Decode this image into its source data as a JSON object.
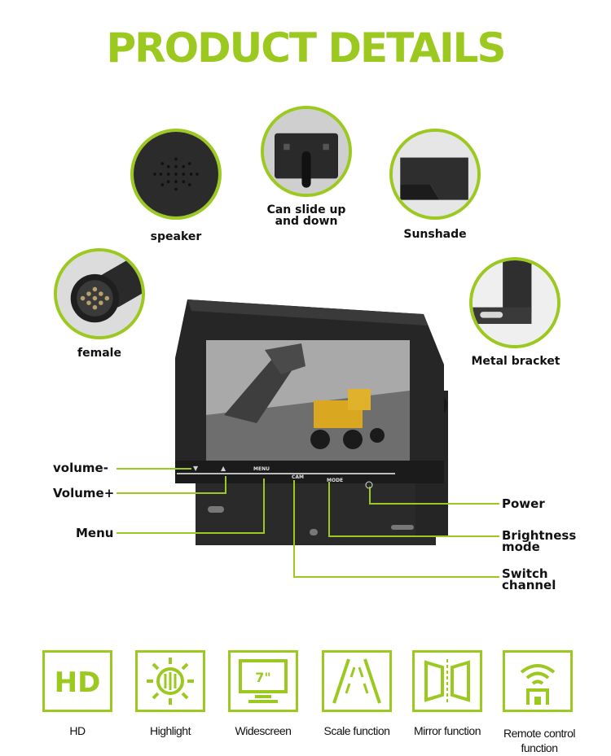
{
  "title": "PRODUCT DETAILS",
  "colors": {
    "accent": "#9cc91f",
    "device": "#222222"
  },
  "features": {
    "speaker": "speaker",
    "slide_line1": "Can slide up",
    "slide_line2": "and down",
    "sunshade": "Sunshade",
    "female": "female",
    "bracket": "Metal bracket"
  },
  "buttons": {
    "menu": "MENU",
    "cam": "CAM",
    "mode": "MODE"
  },
  "callouts": {
    "volume_minus": "volume-",
    "volume_plus": "Volume+",
    "menu": "Menu",
    "power": "Power",
    "brightness_line1": "Brightness",
    "brightness_line2": "mode",
    "switch_line1": "Switch",
    "switch_line2": "channel"
  },
  "icons": {
    "hd_text": "HD",
    "hd": "HD",
    "highlight": "Highlight",
    "widescreen_badge": "7\"",
    "widescreen": "Widescreen",
    "scale": "Scale function",
    "mirror": "Mirror function",
    "remote_line1": "Remote control",
    "remote_line2": "function"
  }
}
